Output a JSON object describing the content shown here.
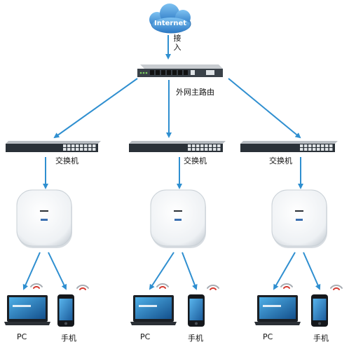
{
  "internet": {
    "label": "Internet",
    "link_label": "接入"
  },
  "router": {
    "label": "外网主路由"
  },
  "groups": [
    {
      "switch_label": "交换机",
      "pc_label": "PC",
      "phone_label": "手机"
    },
    {
      "switch_label": "交换机",
      "pc_label": "PC",
      "phone_label": "手机"
    },
    {
      "switch_label": "交换机",
      "pc_label": "PC",
      "phone_label": "手机"
    }
  ],
  "colors": {
    "arrow": "#2f8fd0",
    "cloud": "#3d8fd8",
    "switch_body": "#2a3138",
    "ap_body": "#f4f6f8",
    "wifi_inner": "#d43a30",
    "wifi_outer": "#a8adb3"
  }
}
